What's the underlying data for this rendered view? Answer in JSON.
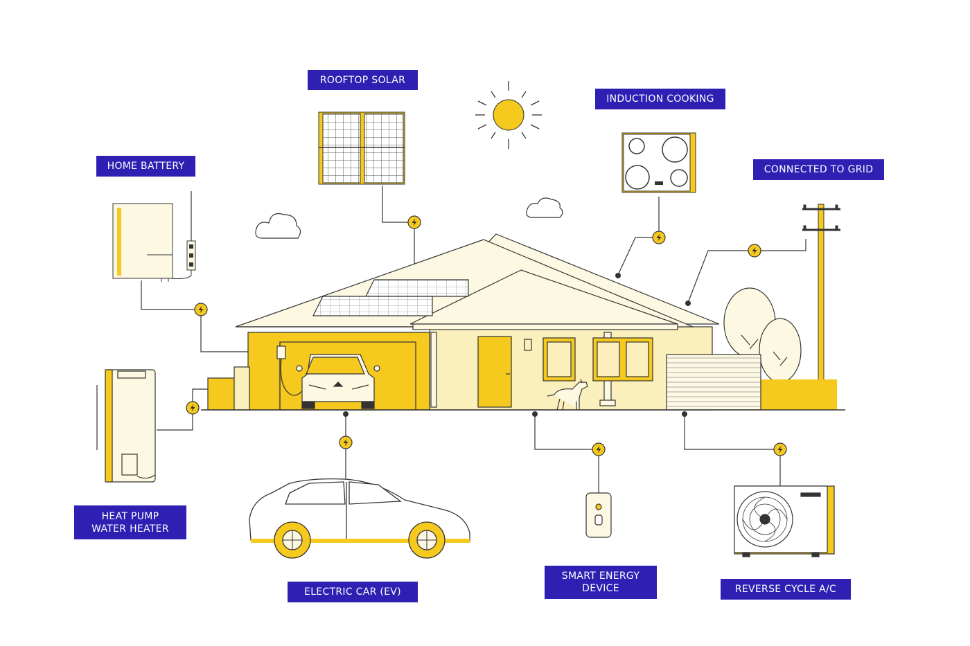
{
  "colors": {
    "label_bg": "#2f1fb3",
    "yellow": "#f6c91f",
    "light_yellow": "#fbf0bb",
    "cream": "#fdf8e2",
    "line": "#333333"
  },
  "labels": {
    "rooftop_solar": "ROOFTOP SOLAR",
    "induction_cooking": "INDUCTION COOKING",
    "home_battery": "HOME BATTERY",
    "connected_to_grid": "CONNECTED TO GRID",
    "heat_pump": "HEAT PUMP\nWATER HEATER",
    "electric_car": "ELECTRIC CAR (EV)",
    "smart_energy": "SMART ENERGY\nDEVICE",
    "reverse_cycle": "REVERSE CYCLE A/C"
  },
  "icons": {
    "connector": "lightning-bolt-icon",
    "sun": "sun-icon",
    "cloud": "cloud-icon"
  }
}
